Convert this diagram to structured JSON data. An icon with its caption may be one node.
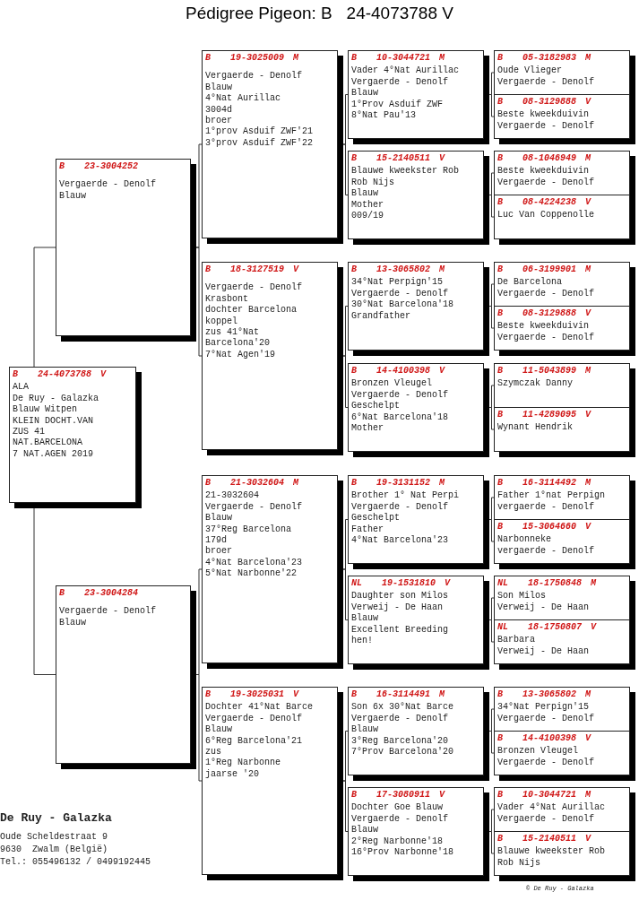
{
  "diagram": {
    "title": "Pédigree Pigeon: B   24-4073788 V",
    "nodes": [
      {
        "text": [
          "B",
          "24-4073788",
          "V",
          "ALA",
          "De Ruy - Galazka",
          "Blauw Witpen",
          "KLEIN DOCHT.VAN",
          "ZUS 41",
          "NAT.BARCELONA",
          "7 NAT.AGEN 2019"
        ]
      },
      {
        "text": [
          "B",
          "23-3004252",
          "Vergaerde - Denolf",
          "Blauw"
        ]
      },
      {
        "text": [
          "B",
          "23-3004284",
          "Vergaerde - Denolf",
          "Blauw"
        ]
      },
      {
        "text": [
          "B",
          "19-3025009",
          "M",
          "Vergaerde - Denolf",
          "Blauw",
          "4°Nat Aurillac",
          "3004d",
          "broer",
          "1°prov Asduif ZWF'21",
          "3°prov Asduif ZWF'22"
        ]
      },
      {
        "text": [
          "B",
          "18-3127519",
          "V",
          "Vergaerde - Denolf",
          "Krasbont",
          "dochter Barcelona koppel",
          "zus 41°Nat Barcelona'20",
          "7°Nat Agen'19"
        ]
      },
      {
        "text": [
          "B",
          "21-3032604",
          "M",
          "21-3032604",
          "Vergaerde - Denolf",
          "Blauw",
          "37°Reg Barcelona",
          "179d",
          "broer",
          "4°Nat Barcelona'23",
          "5°Nat Narbonne'22"
        ]
      },
      {
        "text": [
          "B",
          "19-3025031",
          "V",
          "Dochter 41°Nat Barce",
          "Vergaerde - Denolf",
          "Blauw",
          "6°Reg Barcelona'21",
          "zus",
          "1°Reg Narbonne jaarse '20"
        ]
      },
      {
        "text": [
          "B",
          "10-3044721",
          "M",
          "Vader 4°Nat Aurillac",
          "Vergaerde - Denolf",
          "Blauw",
          "1°Prov Asduif ZWF",
          "8°Nat Pau'13"
        ]
      },
      {
        "text": [
          "B",
          "15-2140511",
          "V",
          "Blauwe kweekster Rob",
          "Rob Nijs",
          "Blauw",
          "Mother",
          "009/19"
        ]
      },
      {
        "text": [
          "B",
          "13-3065802",
          "M",
          "34°Nat Perpign'15",
          "Vergaerde - Denolf",
          "30°Nat Barcelona'18",
          "Grandfather"
        ]
      },
      {
        "text": [
          "B",
          "14-4100398",
          "V",
          "Bronzen Vleugel",
          "Vergaerde - Denolf",
          "Geschelpt",
          "6°Nat Barcelona'18",
          "Mother"
        ]
      },
      {
        "text": [
          "B",
          "19-3131152",
          "M",
          "Brother 1° Nat Perpi",
          "Vergaerde - Denolf",
          "Geschelpt",
          "Father",
          "4°Nat Barcelona'23"
        ]
      },
      {
        "text": [
          "NL",
          "19-1531810",
          "V",
          "Daughter son Milos",
          "Verweij - De Haan",
          "Blauw",
          "Excellent Breeding hen!"
        ]
      },
      {
        "text": [
          "B",
          "16-3114491",
          "M",
          "Son 6x 30°Nat Barce",
          "Vergaerde - Denolf",
          "Blauw",
          "3°Reg Barcelona'20",
          "7°Prov Barcelona'20"
        ]
      },
      {
        "text": [
          "B",
          "17-3080911",
          "V",
          "Dochter Goe Blauw",
          "Vergaerde - Denolf",
          "Blauw",
          "2°Reg Narbonne'18",
          "16°Prov Narbonne'18"
        ]
      },
      {
        "text": [
          "B",
          "05-3182983",
          "M",
          "Oude Vlieger",
          "Vergaerde - Denolf"
        ]
      },
      {
        "text": [
          "B",
          "08-3129888",
          "V",
          "Beste kweekduivin",
          "Vergaerde - Denolf"
        ]
      },
      {
        "text": [
          "B",
          "08-1046949",
          "M",
          "Beste kweekduivin",
          "Vergaerde - Denolf"
        ]
      },
      {
        "text": [
          "B",
          "08-4224238",
          "V",
          "Luc Van Coppenolle"
        ]
      },
      {
        "text": [
          "B",
          "06-3199901",
          "M",
          "De Barcelona",
          "Vergaerde - Denolf"
        ]
      },
      {
        "text": [
          "B",
          "08-3129888",
          "V",
          "Beste kweekduivin",
          "Vergaerde - Denolf"
        ]
      },
      {
        "text": [
          "B",
          "11-5043899",
          "M",
          "Szymczak Danny"
        ]
      },
      {
        "text": [
          "B",
          "11-4289095",
          "V",
          "Wynant Hendrik"
        ]
      },
      {
        "text": [
          "B",
          "16-3114492",
          "M",
          "Father 1°nat Perpign",
          "vergaerde - Denolf"
        ]
      },
      {
        "text": [
          "B",
          "15-3064660",
          "V",
          "Narbonneke",
          "vergaerde - Denolf"
        ]
      },
      {
        "text": [
          "NL",
          "18-1750848",
          "M",
          "Son Milos",
          "Verweij - De Haan"
        ]
      },
      {
        "text": [
          "NL",
          "18-1750807",
          "V",
          "Barbara",
          "Verweij - De Haan"
        ]
      },
      {
        "text": [
          "B",
          "13-3065802",
          "M",
          "34°Nat Perpign'15",
          "Vergaerde - Denolf"
        ]
      },
      {
        "text": [
          "B",
          "14-4100398",
          "V",
          "Bronzen Vleugel",
          "Vergaerde - Denolf"
        ]
      },
      {
        "text": [
          "B",
          "10-3044721",
          "M",
          "Vader 4°Nat Aurillac",
          "Vergaerde - Denolf"
        ]
      },
      {
        "text": [
          "B",
          "15-2140511",
          "V",
          "Blauwe kweekster Rob",
          "Rob Nijs"
        ]
      }
    ],
    "edges": [
      {
        "from": 0,
        "to": 1,
        "arrow": "none"
      },
      {
        "from": 0,
        "to": 2,
        "arrow": "none"
      },
      {
        "from": 1,
        "to": 3,
        "arrow": "none"
      },
      {
        "from": 1,
        "to": 4,
        "arrow": "none"
      },
      {
        "from": 2,
        "to": 5,
        "arrow": "none"
      },
      {
        "from": 2,
        "to": 6,
        "arrow": "none"
      },
      {
        "from": 3,
        "to": 7,
        "arrow": "none"
      },
      {
        "from": 3,
        "to": 8,
        "arrow": "none"
      },
      {
        "from": 4,
        "to": 9,
        "arrow": "none"
      },
      {
        "from": 4,
        "to": 10,
        "arrow": "none"
      },
      {
        "from": 5,
        "to": 11,
        "arrow": "none"
      },
      {
        "from": 5,
        "to": 12,
        "arrow": "none"
      },
      {
        "from": 6,
        "to": 13,
        "arrow": "none"
      },
      {
        "from": 6,
        "to": 14,
        "arrow": "none"
      },
      {
        "from": 7,
        "to": 15,
        "arrow": "none"
      },
      {
        "from": 7,
        "to": 16,
        "arrow": "none"
      },
      {
        "from": 8,
        "to": 17,
        "arrow": "none"
      },
      {
        "from": 8,
        "to": 18,
        "arrow": "none"
      },
      {
        "from": 9,
        "to": 19,
        "arrow": "none"
      },
      {
        "from": 9,
        "to": 20,
        "arrow": "none"
      },
      {
        "from": 10,
        "to": 21,
        "arrow": "none"
      },
      {
        "from": 10,
        "to": 22,
        "arrow": "none"
      },
      {
        "from": 11,
        "to": 23,
        "arrow": "none"
      },
      {
        "from": 11,
        "to": 24,
        "arrow": "none"
      },
      {
        "from": 12,
        "to": 25,
        "arrow": "none"
      },
      {
        "from": 12,
        "to": 26,
        "arrow": "none"
      },
      {
        "from": 13,
        "to": 27,
        "arrow": "none"
      },
      {
        "from": 13,
        "to": 28,
        "arrow": "none"
      },
      {
        "from": 14,
        "to": 29,
        "arrow": "none"
      },
      {
        "from": 14,
        "to": 30,
        "arrow": "none"
      }
    ],
    "labels": [
      "De Ruy - Galazka",
      "Oude Scheldestraat 9",
      "9630  Zwalm (België)",
      "Tel.: 055496132 / 0499192445",
      "© De Ruy - Galazka"
    ]
  }
}
